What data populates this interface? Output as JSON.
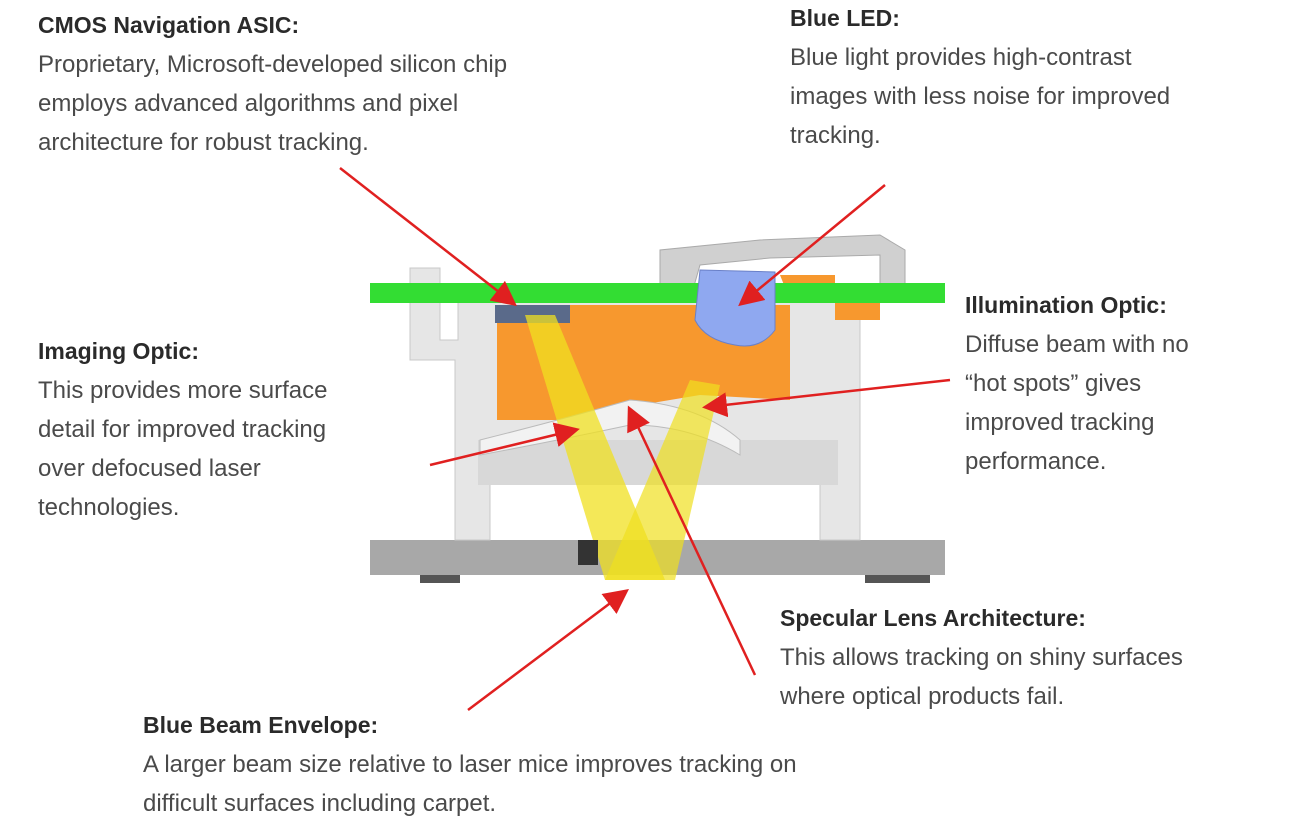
{
  "callouts": {
    "cmos": {
      "title": "CMOS Navigation ASIC:",
      "lines": [
        "Proprietary, Microsoft-developed silicon chip",
        "employs advanced algorithms and pixel",
        "architecture for robust tracking."
      ]
    },
    "blue_led": {
      "title": "Blue LED:",
      "lines": [
        "Blue light provides high-contrast",
        "images with less noise for improved",
        "tracking."
      ]
    },
    "illumination": {
      "title": "Illumination Optic:",
      "lines": [
        "Diffuse beam with no",
        "“hot spots” gives",
        "improved tracking",
        "performance."
      ]
    },
    "imaging": {
      "title": "Imaging Optic:",
      "lines": [
        "This provides more surface",
        "detail for improved tracking",
        "over defocused laser",
        "technologies."
      ]
    },
    "specular": {
      "title": "Specular Lens Architecture:",
      "lines": [
        "This allows tracking on shiny surfaces",
        "where optical products fail."
      ]
    },
    "beam": {
      "title": "Blue Beam Envelope:",
      "lines": [
        "A larger beam size relative to laser mice improves tracking on",
        "difficult surfaces including carpet."
      ]
    }
  },
  "colors": {
    "arrow": "#e02020",
    "pcb": "#33dd33",
    "orange": "#f7982e",
    "led": "#8fa8f0",
    "beam": "#f0e020",
    "housing": "#e8e8e8",
    "base": "#a8a8a8"
  }
}
